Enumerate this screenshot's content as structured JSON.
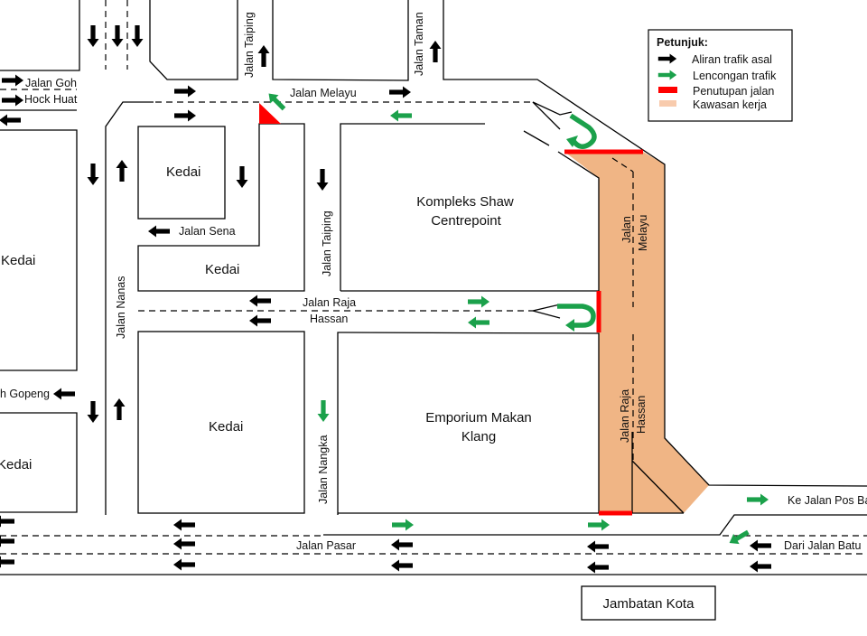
{
  "colors": {
    "original_flow": "#000000",
    "diversion": "#1BA14B",
    "closure": "#FF0000",
    "work_zone": "#F0B585"
  },
  "roads": {
    "jalan_goh": "Jalan Goh",
    "hock_huat": "Hock Huat",
    "jalan_melayu": "Jalan Melayu",
    "jalan_taiping_north": "Jalan Taiping",
    "jalan_taman": "Jalan Taman",
    "jalan_sena": "Jalan Sena",
    "jalan_taiping": "Jalan Taiping",
    "jalan_nanas": "Jalan Nanas",
    "jalan_raja": "Jalan Raja",
    "hassan": "Hassan",
    "jalan_gopeng": "h Gopeng",
    "jalan_nangka": "Jalan Nangka",
    "jalan_pasar": "Jalan Pasar",
    "work_melayu_1": "Jalan",
    "work_melayu_2": "Melayu",
    "work_raja_1": "Jalan Raja",
    "work_raja_2": "Hassan",
    "ke_pos_baru": "Ke Jalan Pos Ba",
    "dari_batu": "Dari Jalan Batu"
  },
  "buildings": {
    "kedai_1": "Kedai",
    "kedai_2": "Kedai",
    "kedai_left": "Kedai",
    "kedai_3": "Kedai",
    "kedai_left_bottom": "Kedai",
    "shaw_1": "Kompleks Shaw",
    "shaw_2": "Centrepoint",
    "emporium_1": "Emporium Makan",
    "emporium_2": "Klang",
    "jambatan": "Jambatan Kota"
  },
  "legend": {
    "title": "Petunjuk:",
    "items": [
      {
        "label": "Aliran trafik asal",
        "icon": "black-arrow"
      },
      {
        "label": "Lencongan trafik",
        "icon": "green-arrow"
      },
      {
        "label": "Penutupan jalan",
        "icon": "red-bar"
      },
      {
        "label": "Kawasan kerja",
        "icon": "orange-box"
      }
    ]
  }
}
